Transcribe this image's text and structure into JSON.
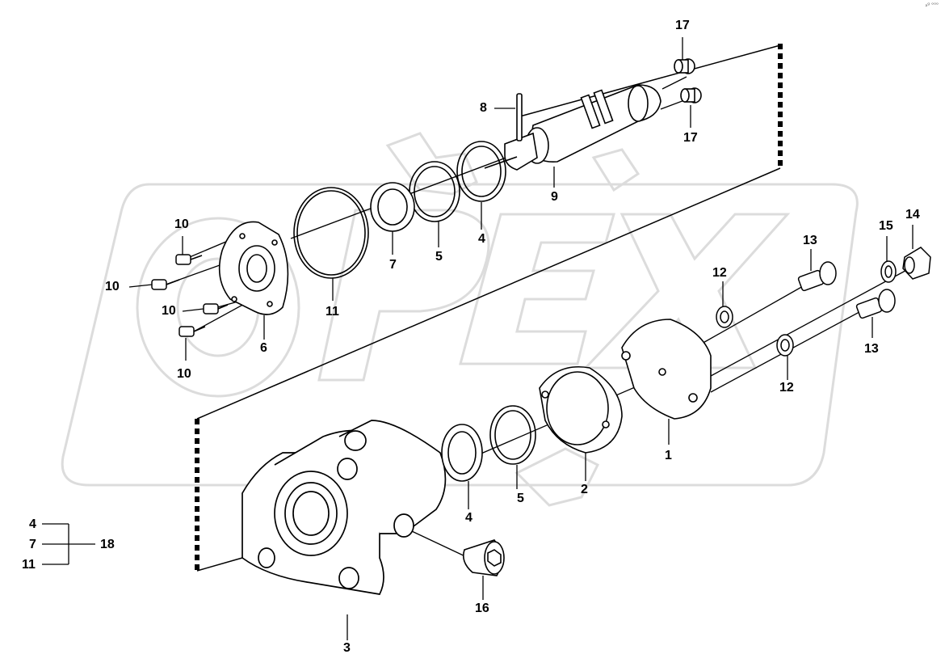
{
  "watermark": {
    "text": "OPEX",
    "color": "#e6e6e6"
  },
  "corner_mark": "ₐᵍ ᵒᵒᵒ",
  "callouts": {
    "c1": "1",
    "c2": "2",
    "c3": "3",
    "c4a": "4",
    "c4b": "4",
    "c5a": "5",
    "c5b": "5",
    "c6": "6",
    "c7": "7",
    "c8": "8",
    "c9": "9",
    "c10a": "10",
    "c10b": "10",
    "c10c": "10",
    "c10d": "10",
    "c11": "11",
    "c12a": "12",
    "c12b": "12",
    "c13a": "13",
    "c13b": "13",
    "c14": "14",
    "c15": "15",
    "c16": "16",
    "c17a": "17",
    "c17b": "17"
  },
  "kit_legend": {
    "items": [
      "4",
      "7",
      "11"
    ],
    "kit": "18"
  }
}
